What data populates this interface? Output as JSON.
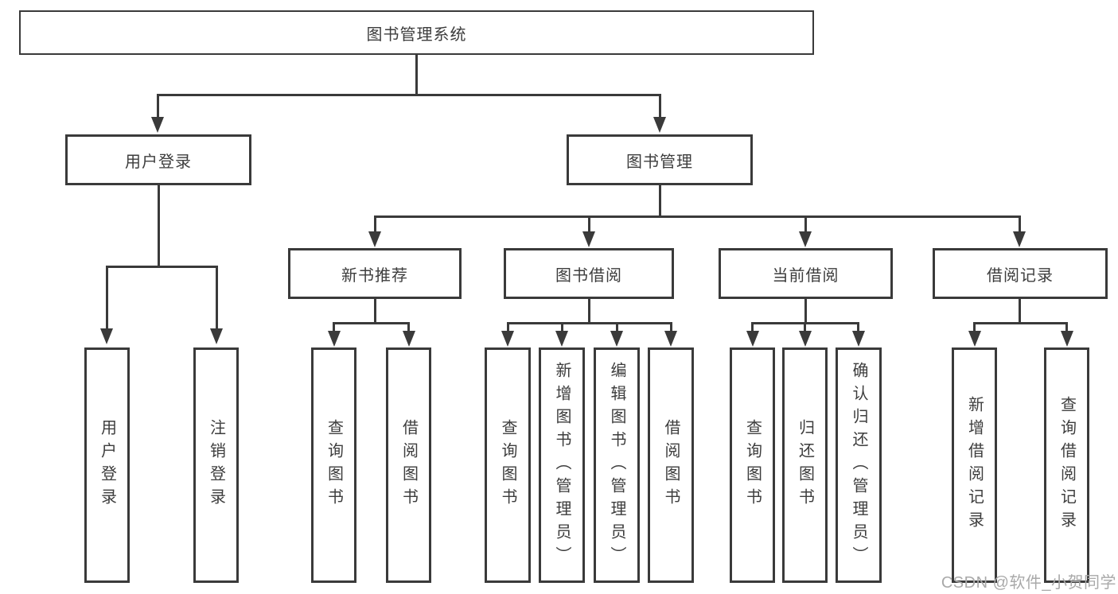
{
  "diagram": {
    "root": {
      "label": "图书管理系统"
    },
    "branches": [
      {
        "label": "用户登录",
        "children": [
          "用户登录",
          "注销登录"
        ]
      },
      {
        "label": "图书管理",
        "groups": [
          {
            "label": "新书推荐",
            "children": [
              "查询图书",
              "借阅图书"
            ]
          },
          {
            "label": "图书借阅",
            "children": [
              "查询图书",
              "新增图书（管理员）",
              "编辑图书（管理员）",
              "借阅图书"
            ]
          },
          {
            "label": "当前借阅",
            "children": [
              "查询图书",
              "归还图书",
              "确认归还（管理员）"
            ]
          },
          {
            "label": "借阅记录",
            "children": [
              "新增借阅记录",
              "查询借阅记录"
            ]
          }
        ]
      }
    ]
  },
  "watermark": {
    "text": "CSDN @软件_小贺同学"
  },
  "colors": {
    "line": "#3a3a3a",
    "box_border": "#3a3a3a",
    "box_background": "#ffffff",
    "text": "#3d3d3d",
    "watermark": "#a9a9a9",
    "background": "#ffffff"
  }
}
